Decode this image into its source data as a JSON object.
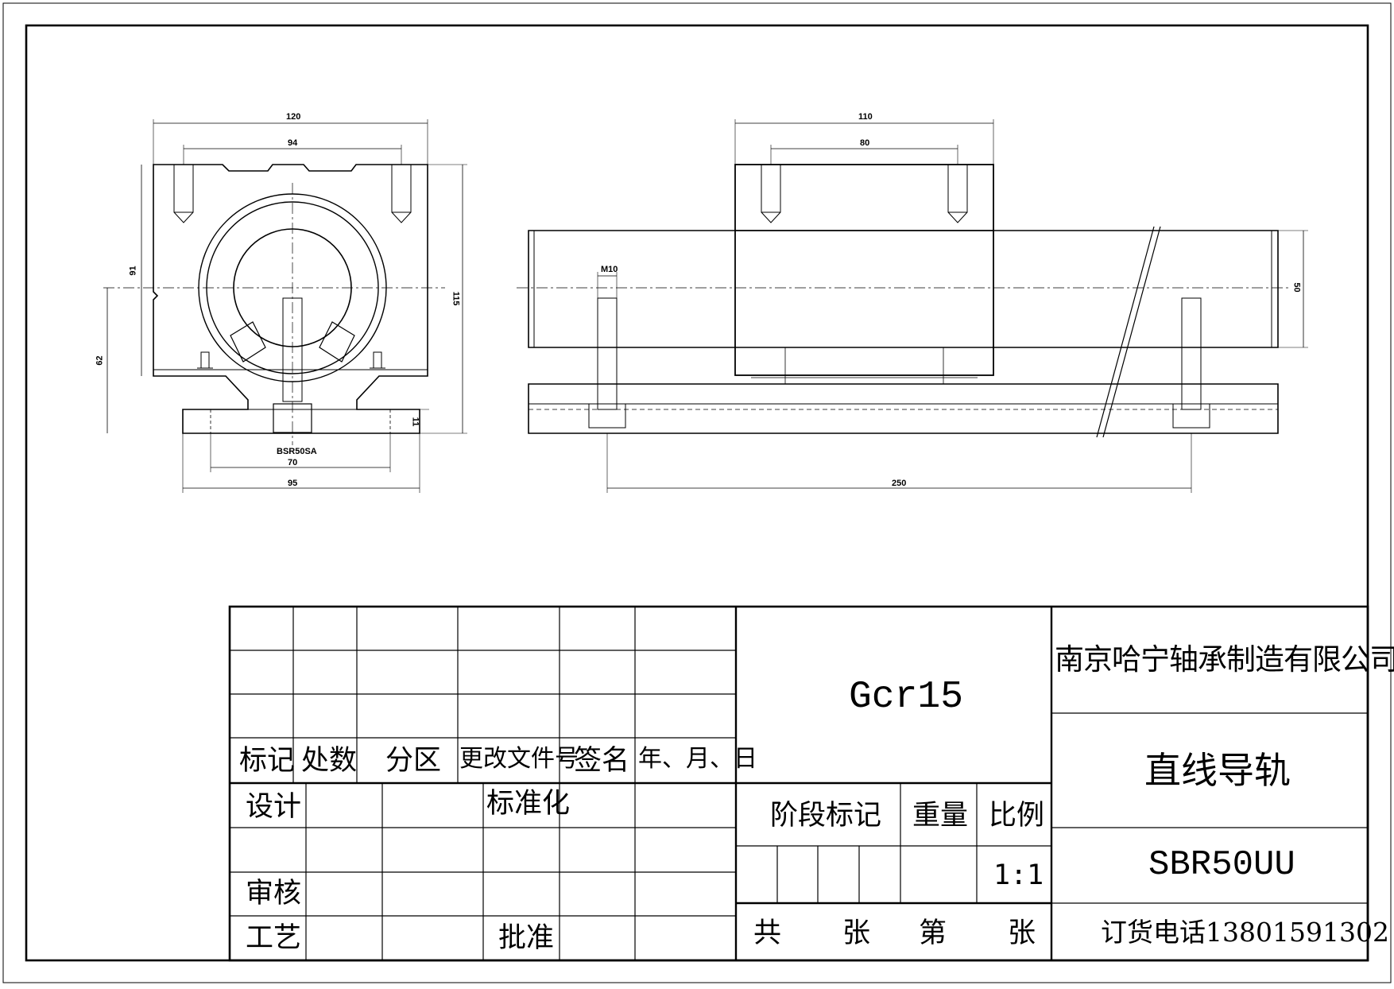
{
  "views": {
    "end_view": {
      "dims": {
        "width_top": "120",
        "hole_spacing_top": "94",
        "height_91": "91",
        "height_62": "62",
        "height_115": "115",
        "base_thickness": "11",
        "base_hole_spacing": "70",
        "base_width": "95"
      },
      "model_label": "BSR50SA"
    },
    "side_view": {
      "dims": {
        "block_length": "110",
        "block_hole_spacing": "80",
        "thread": "M10",
        "shaft_dia": "50",
        "support_hole_spacing": "250"
      }
    }
  },
  "title_block": {
    "revision_headers": [
      "标记",
      "处数",
      "分区",
      "更改文件号",
      "签名",
      "年、月、日"
    ],
    "design": "设计",
    "standardization": "标准化",
    "review": "审核",
    "process": "工艺",
    "approve": "批准",
    "material": "Gcr15",
    "stage_mark": "阶段标记",
    "weight": "重量",
    "scale_label": "比例",
    "scale_value": "1:1",
    "sheets_total": "共",
    "sheet_unit_a": "张",
    "sheet_no": "第",
    "sheet_unit_b": "张",
    "company": "南京哈宁轴承制造有限公司",
    "product_name": "直线导轨",
    "model": "SBR50UU",
    "phone": "订货电话13801591302"
  }
}
